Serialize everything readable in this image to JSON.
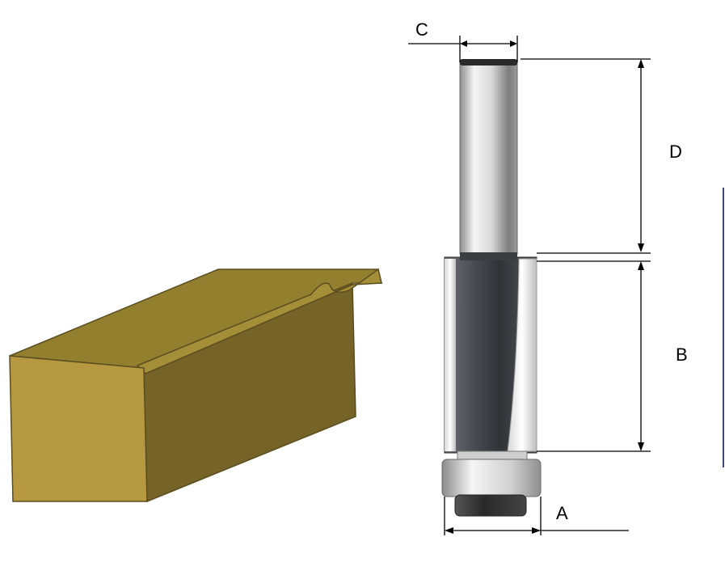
{
  "labels": {
    "a": "A",
    "b": "B",
    "c": "C",
    "d": "D"
  },
  "colors": {
    "wood_front": "#b5983f",
    "wood_top": "#9c8735",
    "wood_side": "#7a6a2c",
    "wood_outline": "#5a4d1f",
    "steel_light": "#f2f2f2",
    "steel_mid": "#c9c9c9",
    "steel_dark": "#6f6f6f",
    "carbide_dark": "#3a3d42",
    "carbide_mid": "#5b5f66",
    "dimension_line": "#000000",
    "edge_rule": "#3b4a7a"
  }
}
